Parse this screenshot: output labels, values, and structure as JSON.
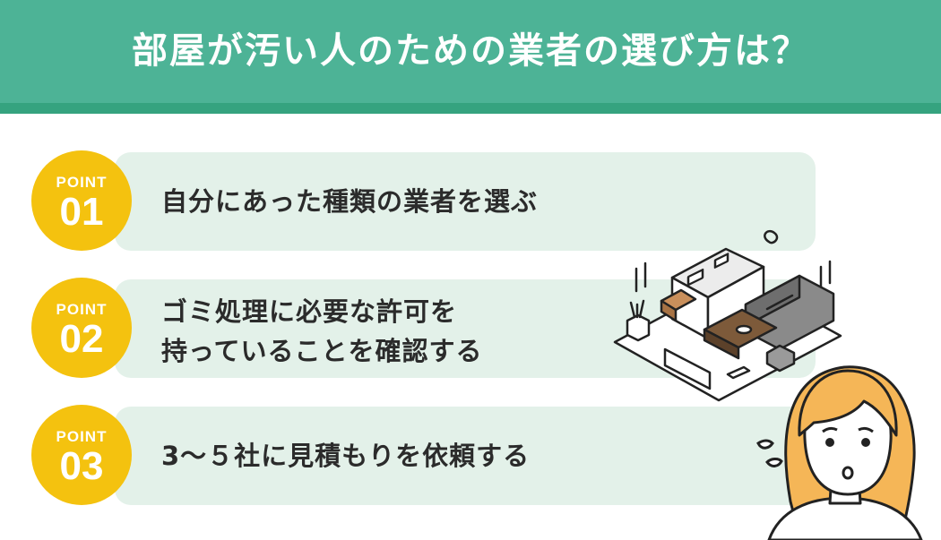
{
  "header": {
    "title": "部屋が汚い人のための業者の選び方は？"
  },
  "points": [
    {
      "label": "POINT",
      "number": "01",
      "text_lines": [
        "自分にあった種類の業者を選ぶ"
      ]
    },
    {
      "label": "POINT",
      "number": "02",
      "text_lines": [
        "ゴミ処理に必要な許可を",
        "持っていることを確認する"
      ]
    },
    {
      "label": "POINT",
      "number": "03",
      "text_lines": [
        "3〜５社に見積もりを依頼する"
      ]
    }
  ],
  "colors": {
    "header_bg": "#4db396",
    "header_accent": "#35a37f",
    "card_bg": "#e3f1e9",
    "badge": "#f4c20f",
    "hair": "#f5b657"
  },
  "illustration": {
    "icons": [
      "messy-room-icon",
      "worried-woman-icon"
    ]
  }
}
